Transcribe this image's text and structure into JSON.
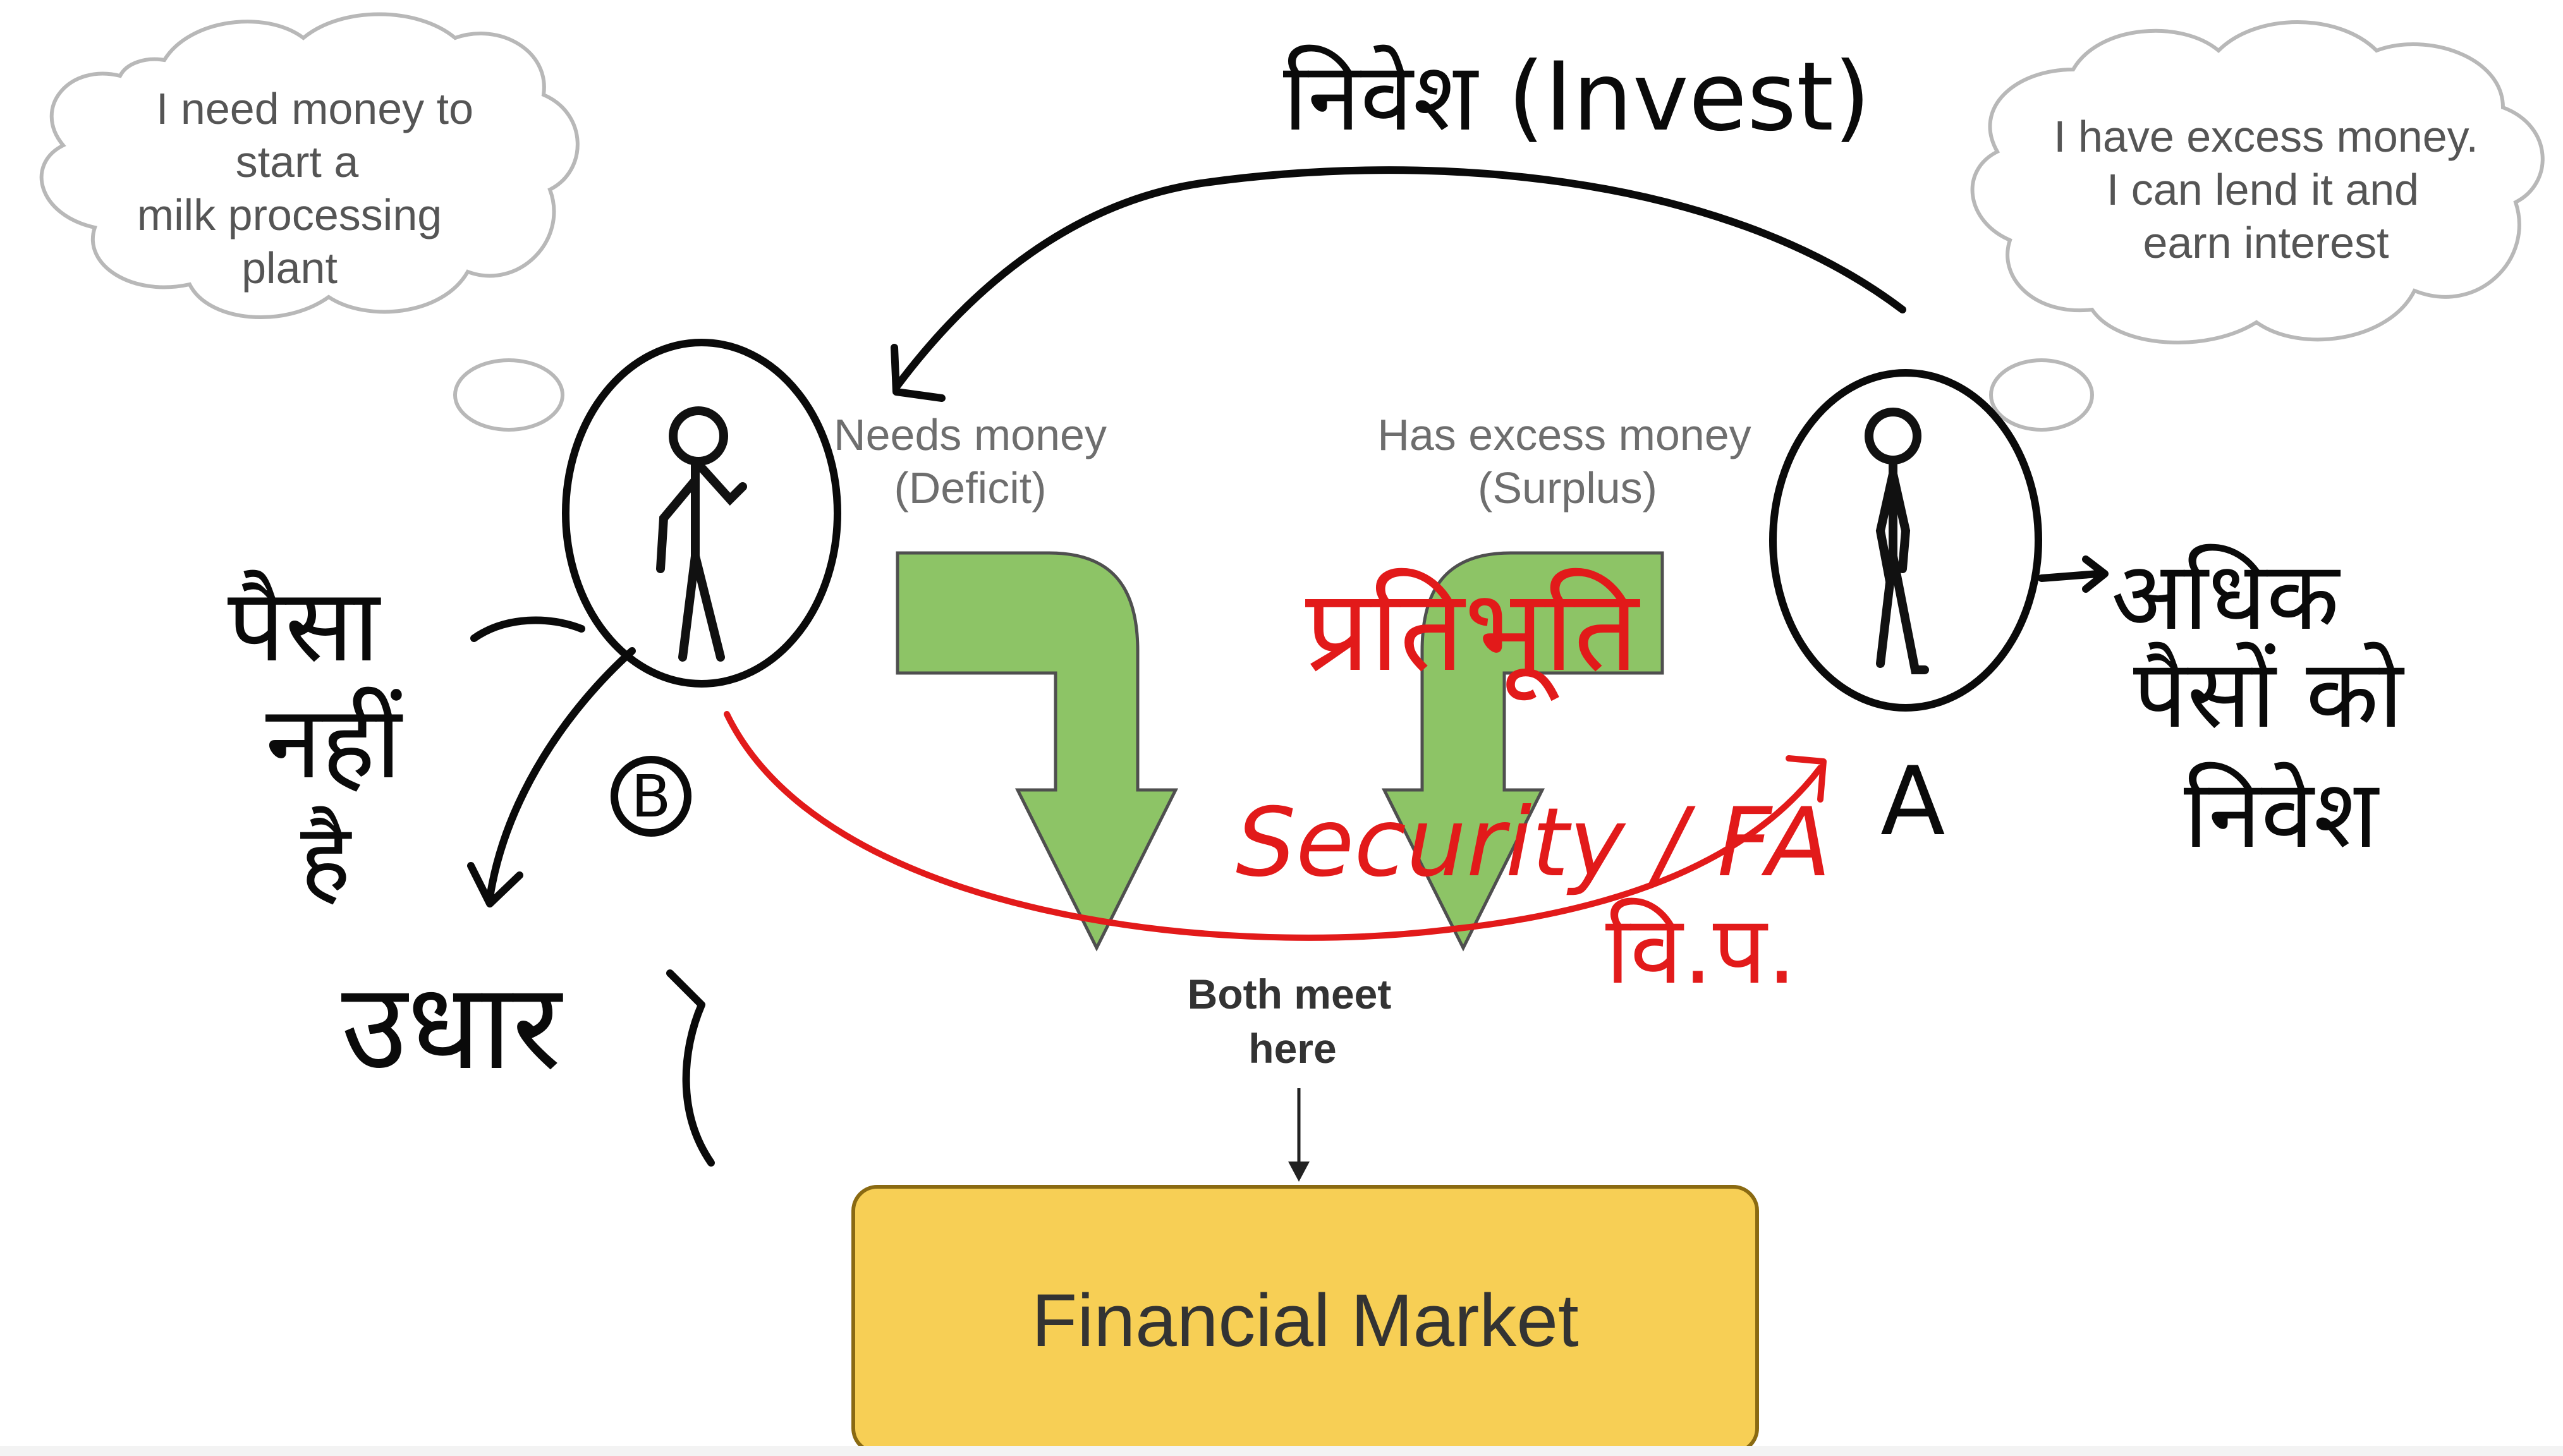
{
  "left_thought": [
    "I need money to",
    "start a",
    "milk processing",
    "plant"
  ],
  "right_thought": [
    "I have excess money.",
    "I can lend it and",
    "earn interest"
  ],
  "deficit_caption": [
    "Needs money",
    "(Deficit)"
  ],
  "surplus_caption": [
    "Has excess money",
    "(Surplus)"
  ],
  "meet_caption": [
    "Both meet",
    "here"
  ],
  "market_label": "Financial Market",
  "annotations": {
    "invest_top": "निवेश (Invest)",
    "no_money": [
      "पैसा",
      "नहीं",
      "है"
    ],
    "borrow": "उधार",
    "label_b": "B",
    "label_a": "A",
    "surplus_invest": [
      "अधिक",
      "पैसों को",
      "निवेश"
    ],
    "security_hindi": "प्रतिभूति",
    "security_english": "Security / FA",
    "security_abbr": "वि.प."
  },
  "colors": {
    "arrow_green": "#8dc466",
    "arrow_green_stroke": "#4f4f4f",
    "market_fill": "#f7cf55",
    "market_stroke": "#8a6a12",
    "ink": "#0a0a0a",
    "red_ink": "#e21a1a"
  }
}
